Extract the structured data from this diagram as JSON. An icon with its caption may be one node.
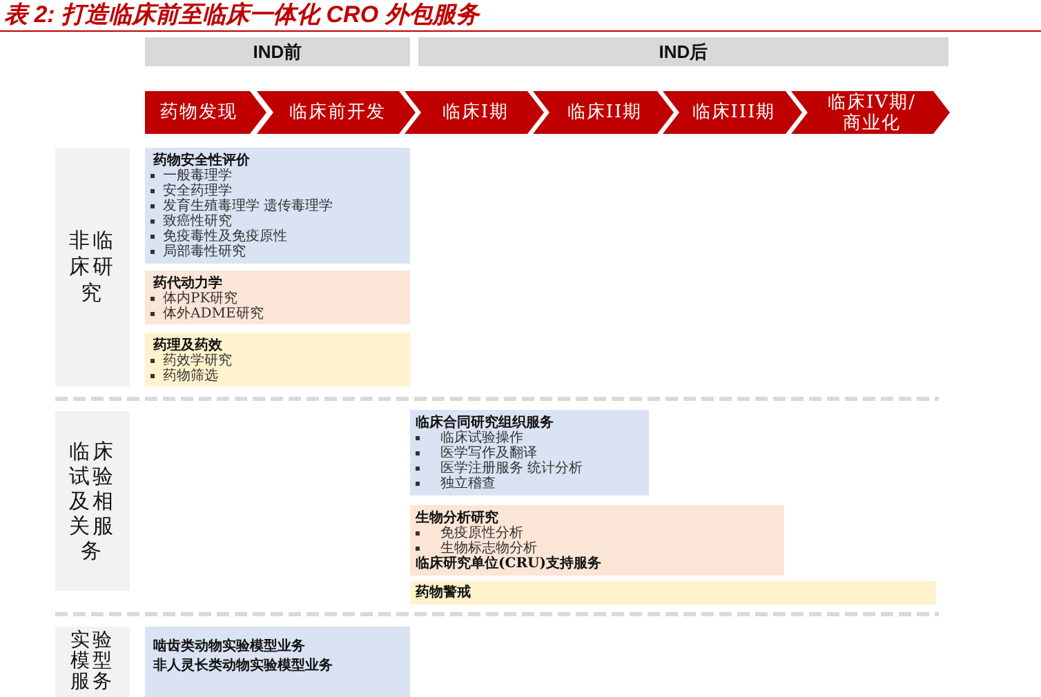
{
  "diagram": {
    "title": "表 2: 打造临床前至临床一体化 CRO 外包服务",
    "nodes": [
      {
        "text": [
          "IND前"
        ]
      },
      {
        "text": [
          "IND后"
        ]
      },
      {
        "text": [
          "药物发现"
        ]
      },
      {
        "text": [
          "临床前开发"
        ]
      },
      {
        "text": [
          "临床I期"
        ]
      },
      {
        "text": [
          "临床II期"
        ]
      },
      {
        "text": [
          "临床III期"
        ]
      },
      {
        "text": [
          "临床IV期/商业化"
        ]
      },
      {
        "text": [
          "非临床研究"
        ]
      },
      {
        "text": [
          "药物安全性评价",
          "一般毒理学",
          "安全药理学",
          "发育生殖毒理学 遗传毒理学",
          "致癌性研究",
          "免疫毒性及免疫原性",
          "局部毒性研究"
        ]
      },
      {
        "text": [
          "药代动力学",
          "体内PK研究",
          "体外ADME研究"
        ]
      },
      {
        "text": [
          "药理及药效",
          "药效学研究",
          "药物筛选"
        ]
      },
      {
        "text": [
          "临床试验及相关服务"
        ]
      },
      {
        "text": [
          "临床合同研究组织服务",
          "临床试验操作",
          "医学写作及翻译",
          "医学注册服务 统计分析",
          "独立稽查"
        ]
      },
      {
        "text": [
          "生物分析研究",
          "免疫原性分析",
          "生物标志物分析",
          "临床研究单位(CRU)支持服务"
        ]
      },
      {
        "text": [
          "药物警戒"
        ]
      },
      {
        "text": [
          "实验模型服务"
        ]
      },
      {
        "text": [
          "啮齿类动物实验模型业务",
          "非人灵长类动物实验模型业务"
        ]
      }
    ]
  }
}
